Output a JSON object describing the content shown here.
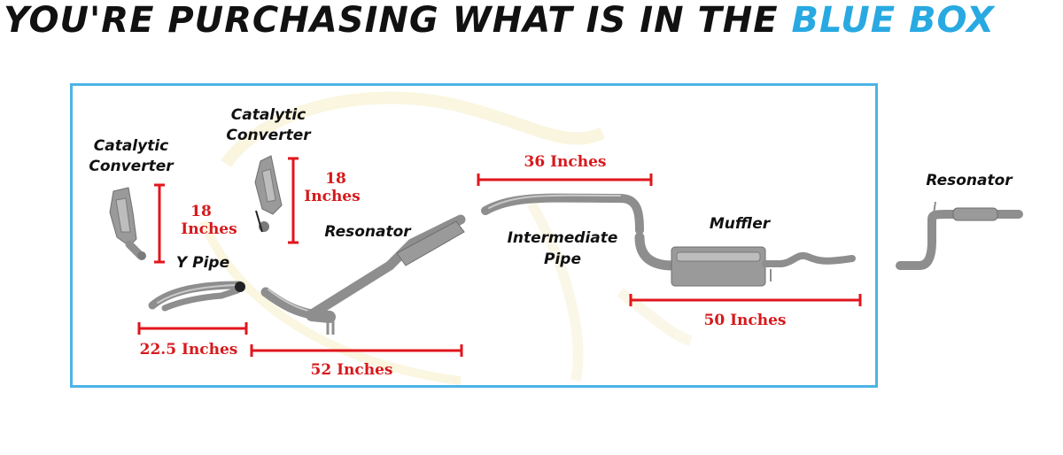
{
  "headline": {
    "prefix": "YOU'RE PURCHASING WHAT IS IN THE",
    "highlight": "BLUE BOX"
  },
  "parts": {
    "catalytic_converter_1": [
      "Catalytic",
      "Converter"
    ],
    "catalytic_converter_2": [
      "Catalytic",
      "Converter"
    ],
    "y_pipe": "Y Pipe",
    "resonator_main": "Resonator",
    "intermediate_pipe": [
      "Intermediate",
      "Pipe"
    ],
    "muffler": "Muffler",
    "resonator_outside": "Resonator"
  },
  "dimensions": {
    "cat1_height": [
      "18",
      "Inches"
    ],
    "cat2_height": [
      "18",
      "Inches"
    ],
    "intermediate_length": "36 Inches",
    "y_pipe_length": "22.5 Inches",
    "resonator_length": "52 Inches",
    "muffler_length": "50 Inches"
  },
  "colors": {
    "highlight": "#29a9e1",
    "box_border": "#4db3e6",
    "dimension": "#d7191c"
  }
}
